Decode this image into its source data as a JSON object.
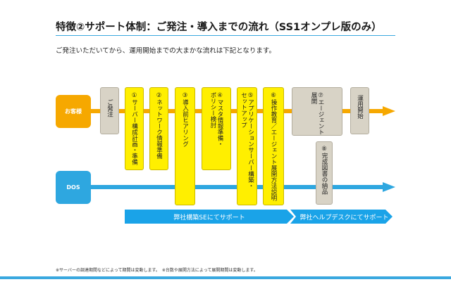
{
  "header": {
    "title": "特徴②サポート体制：ご発注・導入までの流れ（SS1オンプレ版のみ）",
    "intro": "ご発注いただいてから、運用開始までの大まかな流れは下記となります。"
  },
  "lanes": {
    "customer": "お客様",
    "dos": "DOS"
  },
  "steps": {
    "order": "ご発注",
    "s1": "①サーバー構成計画・準備",
    "s2": "②ネットワーク情報準備",
    "s3": "③導入前ヒアリング",
    "s4": "④マスタ情報準備・\nポリシー検討",
    "s5": "⑤アプリケーションサーバー構築・\nセットアップ",
    "s6": "⑥操作教育／エージェント展開方法説明",
    "s7": "⑦エージェント\n展開",
    "s8": "⑧完成図書の納品",
    "start": "運用開始"
  },
  "banners": {
    "se": "弊社構築SEにてサポート",
    "helpdesk": "弊社ヘルプデスクにてサポート"
  },
  "footnote": "※サーバーの調達期間などによって期間は変動します。　※台数や展開方法によって展開期間は変動します。",
  "colors": {
    "customer": "#f6a800",
    "dos": "#2ea7e0",
    "yellow_step": "#ffef00",
    "gray_step": "#d8d3c6",
    "banner": "#1aa3e8",
    "rule": "#3aa8df"
  }
}
